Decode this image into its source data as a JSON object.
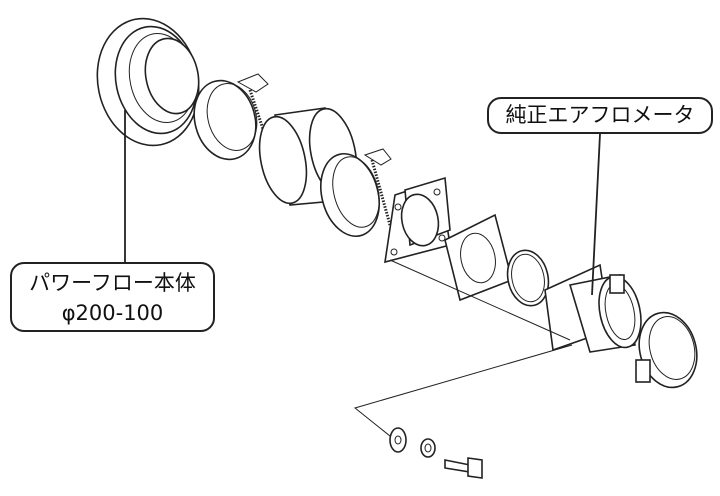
{
  "labels": {
    "powerflow_body": {
      "line1": "パワーフロー本体",
      "line2": "φ200-100"
    },
    "stock_airflow_meter": "純正エアフロメータ"
  }
}
